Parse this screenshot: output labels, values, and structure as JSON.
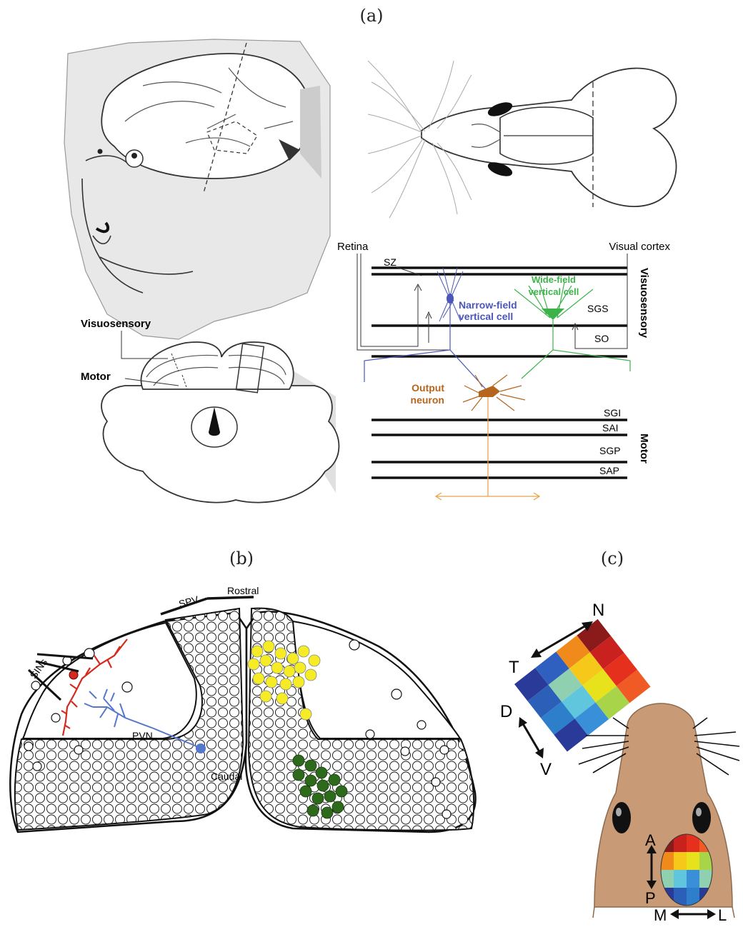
{
  "panels": {
    "a": "(a)",
    "b": "(b)",
    "c": "(c)"
  },
  "panel_a": {
    "section_labels": {
      "visuosensory_left": "Visuosensory",
      "motor_left": "Motor",
      "visuosensory_side": "Visuosensory",
      "motor_side": "Motor"
    },
    "inputs": {
      "retina": "Retina",
      "visual_cortex": "Visual cortex"
    },
    "layers": [
      "SZ",
      "SGS",
      "SO",
      "SGI",
      "SAI",
      "SGP",
      "SAP"
    ],
    "cells": {
      "narrow_field_1": "Narrow-field",
      "narrow_field_2": "vertical cell",
      "wide_field_1": "Wide-field",
      "wide_field_2": "vertical cell",
      "output_1": "Output",
      "output_2": "neuron"
    },
    "colors": {
      "narrow_field": "#4a56b8",
      "wide_field": "#3cb34a",
      "output": "#b5651d"
    }
  },
  "panel_b": {
    "labels": {
      "spv": "SPV",
      "rostral": "Rostral",
      "sins": "SINs",
      "pvn": "PVN",
      "caudal": "Caudal"
    },
    "colors": {
      "sin_cell": "#d42a20",
      "pvn_cell": "#5577cc",
      "yellow_cells": "#f5ec25",
      "green_cells": "#2d6a1c"
    }
  },
  "panel_c": {
    "axes": {
      "n": "N",
      "t": "T",
      "d": "D",
      "v": "V",
      "a": "A",
      "p": "P",
      "m": "M",
      "l": "L"
    },
    "map_colors": [
      [
        "#2a3a99",
        "#2f5fbf",
        "#f08a1a",
        "#8b1a1a"
      ],
      [
        "#2b5fb8",
        "#8fd0b0",
        "#f5c81a",
        "#c9221e"
      ],
      [
        "#2d7fcc",
        "#5fc6dd",
        "#e8e21c",
        "#e4301c"
      ],
      [
        "#2a3a99",
        "#3a90d8",
        "#a8d44a",
        "#f05a24"
      ]
    ]
  }
}
